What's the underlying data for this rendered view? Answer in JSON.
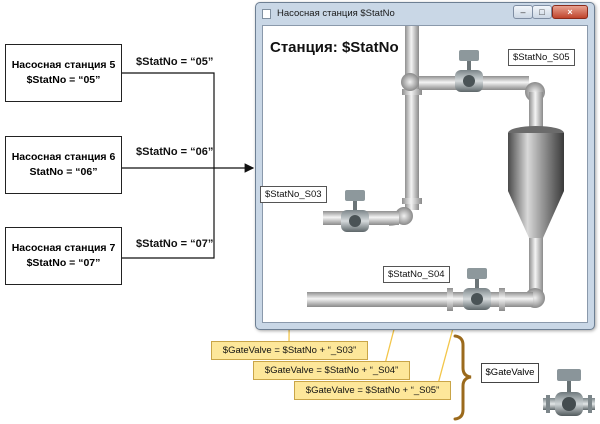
{
  "stations": [
    {
      "name": "Насосная станция 5",
      "param": "$StatNo = “05”",
      "label": "$StatNo = “05”"
    },
    {
      "name": "Насосная станция 6",
      "param": "StatNo = “06”",
      "label": "$StatNo = “06”"
    },
    {
      "name": "Насосная станция 7",
      "param": "$StatNo = “07”",
      "label": "$StatNo = “07”"
    }
  ],
  "window": {
    "title": "Насосная станция $StatNo",
    "heading": "Станция: $StatNo",
    "controls": {
      "minimize": "–",
      "maximize": "□",
      "close": "×"
    }
  },
  "valve_tags": {
    "s05": "$StatNo_S05",
    "s03": "$StatNo_S03",
    "s04": "$StatNo_S04"
  },
  "formulas": [
    "$GateValve = $StatNo + “_S03”",
    "$GateValve = $StatNo + “_S04”",
    "$GateValve = $StatNo + “_S05”"
  ],
  "gate_valve": {
    "label": "$GateValve"
  },
  "colors": {
    "connector": "#f3c64a",
    "formula_fill": "#fde79a",
    "brace": "#9b6a1c",
    "pipe": "#c4c4c4"
  }
}
